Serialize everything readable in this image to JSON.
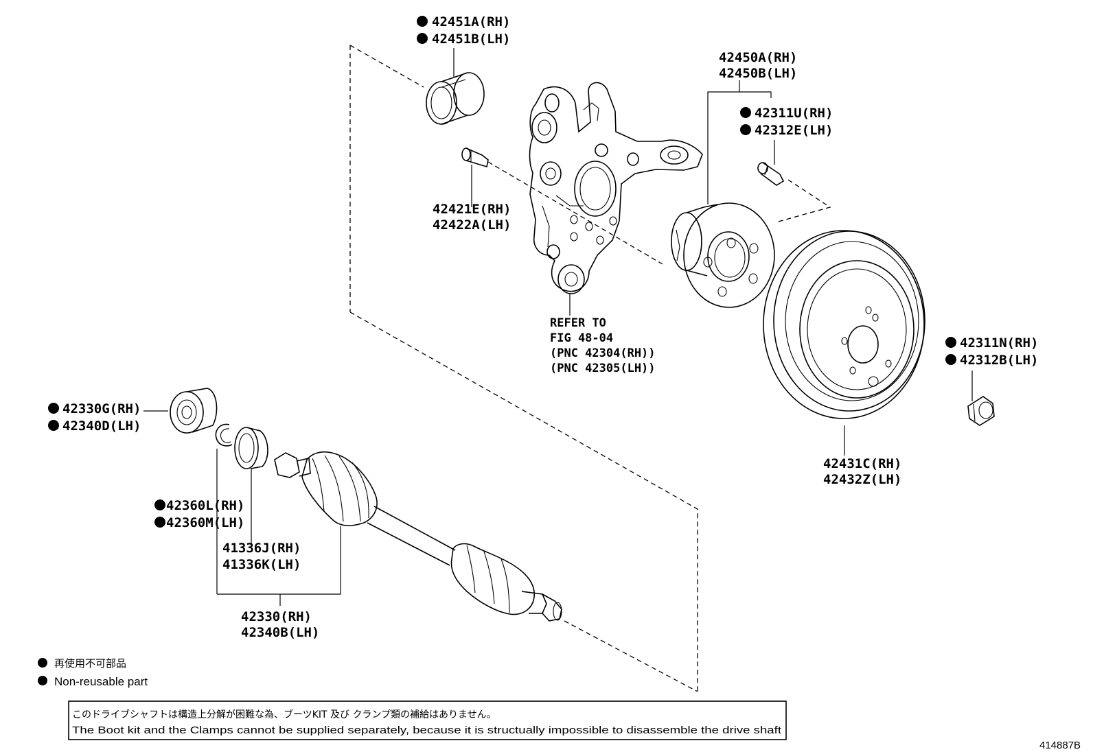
{
  "labels": {
    "bearing_seal": {
      "line1": "42451A(RH)",
      "line2": "42451B(LH)"
    },
    "hub_bearing": {
      "line1": "42450A(RH)",
      "line2": "42450B(LH)"
    },
    "hub_bolt": {
      "line1": "42311U(RH)",
      "line2": "42312E(LH)"
    },
    "knuckle_bolt": {
      "line1": "42421E(RH)",
      "line2": "42422A(LH)"
    },
    "refer": {
      "line1": "REFER TO",
      "line2": "FIG 48-04",
      "line3": "(PNC 42304(RH))",
      "line4": "(PNC 42305(LH))"
    },
    "disc_nut": {
      "line1": "42311N(RH)",
      "line2": "42312B(LH)"
    },
    "disc": {
      "line1": "42431C(RH)",
      "line2": "42432Z(LH)"
    },
    "shaft_seal": {
      "line1": "42330G(RH)",
      "line2": "42340D(LH)"
    },
    "snap_ring": {
      "line1": "42360L(RH)",
      "line2": "42360M(LH)"
    },
    "dust_cover": {
      "line1": "41336J(RH)",
      "line2": "41336K(LH)"
    },
    "drive_shaft": {
      "line1": "42330(RH)",
      "line2": "42340B(LH)"
    }
  },
  "legend": {
    "jp": "再使用不可部品",
    "en": "Non-reusable part"
  },
  "notice": {
    "jp": "このドライブシャフトは構造上分解が困難な為、ブーツKIT 及び クランプ類の補給はありません。",
    "en": "The Boot kit and the Clamps cannot be supplied separately, because it is structually impossible to disassemble the drive shaft"
  },
  "figure_id": "414887B"
}
